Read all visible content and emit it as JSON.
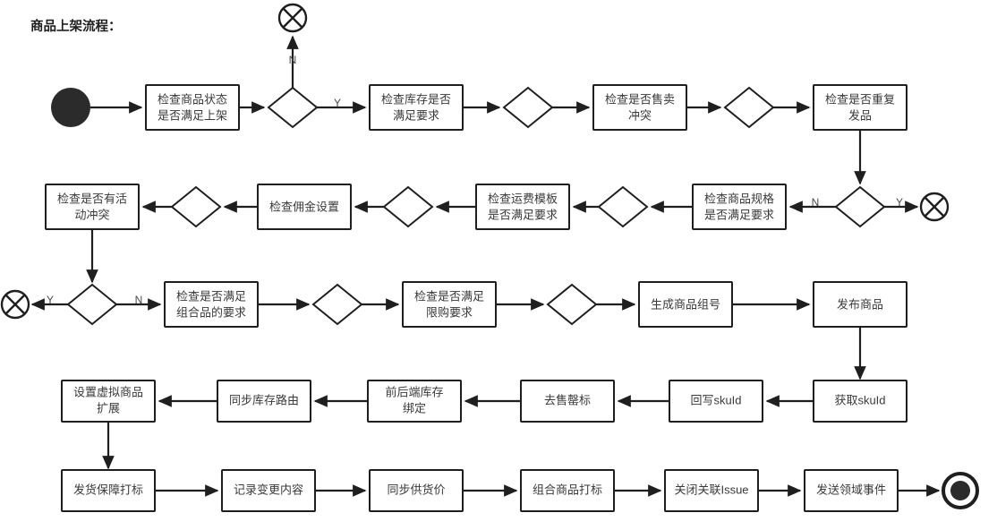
{
  "title": "商品上架流程：",
  "colors": {
    "stroke": "#1f1f1f",
    "fill": "#ffffff",
    "text": "#3a3a3a",
    "terminal": "#2b2b2b",
    "background": "#ffffff"
  },
  "edge_labels": {
    "yes": "Y",
    "no": "N"
  },
  "terminals": {
    "start": "start-event",
    "end": "end-event",
    "error_1": "error-end-event",
    "error_2": "error-end-event",
    "error_3": "error-end-event"
  },
  "rows": [
    {
      "id": "row-1",
      "nodes": [
        {
          "id": "r1-start",
          "type": "start",
          "label": ""
        },
        {
          "id": "r1-n1",
          "type": "process",
          "label": "检查商品状态\n是否满足上架",
          "lines": [
            "检查商品状态",
            "是否满足上架"
          ]
        },
        {
          "id": "r1-d1",
          "type": "decision",
          "label": ""
        },
        {
          "id": "r1-n2",
          "type": "process",
          "label": "检查库存是否\n满足要求",
          "lines": [
            "检查库存是否",
            "满足要求"
          ]
        },
        {
          "id": "r1-d2",
          "type": "decision",
          "label": ""
        },
        {
          "id": "r1-n3",
          "type": "process",
          "label": "检查是否售卖\n冲突",
          "lines": [
            "检查是否售卖",
            "冲突"
          ]
        },
        {
          "id": "r1-d3",
          "type": "decision",
          "label": ""
        },
        {
          "id": "r1-n4",
          "type": "process",
          "label": "检查是否重复\n发品",
          "lines": [
            "检查是否重复",
            "发品"
          ]
        },
        {
          "id": "r1-err",
          "type": "error-end",
          "label": ""
        }
      ]
    },
    {
      "id": "row-2",
      "nodes": [
        {
          "id": "r2-d0",
          "type": "decision",
          "label": ""
        },
        {
          "id": "r2-n1",
          "type": "process",
          "label": "检查商品规格\n是否满足要求",
          "lines": [
            "检查商品规格",
            "是否满足要求"
          ]
        },
        {
          "id": "r2-d1",
          "type": "decision",
          "label": ""
        },
        {
          "id": "r2-n2",
          "type": "process",
          "label": "检查运费模板\n是否满足要求",
          "lines": [
            "检查运费模板",
            "是否满足要求"
          ]
        },
        {
          "id": "r2-d2",
          "type": "decision",
          "label": ""
        },
        {
          "id": "r2-n3",
          "type": "process",
          "label": "检查佣金设置",
          "lines": [
            "检查佣金设置"
          ]
        },
        {
          "id": "r2-d3",
          "type": "decision",
          "label": ""
        },
        {
          "id": "r2-n4",
          "type": "process",
          "label": "检查是否有活\n动冲突",
          "lines": [
            "检查是否有活",
            "动冲突"
          ]
        },
        {
          "id": "r2-err",
          "type": "error-end",
          "label": ""
        }
      ]
    },
    {
      "id": "row-3",
      "nodes": [
        {
          "id": "r3-err",
          "type": "error-end",
          "label": ""
        },
        {
          "id": "r3-d0",
          "type": "decision",
          "label": ""
        },
        {
          "id": "r3-n1",
          "type": "process",
          "label": "检查是否满足\n组合品的要求",
          "lines": [
            "检查是否满足",
            "组合品的要求"
          ]
        },
        {
          "id": "r3-d1",
          "type": "decision",
          "label": ""
        },
        {
          "id": "r3-n2",
          "type": "process",
          "label": "检查是否满足\n限购要求",
          "lines": [
            "检查是否满足",
            "限购要求"
          ]
        },
        {
          "id": "r3-d2",
          "type": "decision",
          "label": ""
        },
        {
          "id": "r3-n3",
          "type": "process",
          "label": "生成商品组号",
          "lines": [
            "生成商品组号"
          ]
        },
        {
          "id": "r3-n4",
          "type": "process",
          "label": "发布商品",
          "lines": [
            "发布商品"
          ]
        }
      ]
    },
    {
      "id": "row-4",
      "nodes": [
        {
          "id": "r4-n1",
          "type": "process",
          "label": "设置虚拟商品\n扩展",
          "lines": [
            "设置虚拟商品",
            "扩展"
          ]
        },
        {
          "id": "r4-n2",
          "type": "process",
          "label": "同步库存路由",
          "lines": [
            "同步库存路由"
          ]
        },
        {
          "id": "r4-n3",
          "type": "process",
          "label": "前后端库存\n绑定",
          "lines": [
            "前后端库存",
            "绑定"
          ]
        },
        {
          "id": "r4-n4",
          "type": "process",
          "label": "去售罄标",
          "lines": [
            "去售罄标"
          ]
        },
        {
          "id": "r4-n5",
          "type": "process",
          "label": "回写skuId",
          "lines": [
            "回写skuId"
          ]
        },
        {
          "id": "r4-n6",
          "type": "process",
          "label": "获取skuId",
          "lines": [
            "获取skuId"
          ]
        }
      ]
    },
    {
      "id": "row-5",
      "nodes": [
        {
          "id": "r5-n1",
          "type": "process",
          "label": "发货保障打标",
          "lines": [
            "发货保障打标"
          ]
        },
        {
          "id": "r5-n2",
          "type": "process",
          "label": "记录变更内容",
          "lines": [
            "记录变更内容"
          ]
        },
        {
          "id": "r5-n3",
          "type": "process",
          "label": "同步供货价",
          "lines": [
            "同步供货价"
          ]
        },
        {
          "id": "r5-n4",
          "type": "process",
          "label": "组合商品打标",
          "lines": [
            "组合商品打标"
          ]
        },
        {
          "id": "r5-n5",
          "type": "process",
          "label": "关闭关联Issue",
          "lines": [
            "关闭关联Issue"
          ]
        },
        {
          "id": "r5-n6",
          "type": "process",
          "label": "发送领域事件",
          "lines": [
            "发送领域事件"
          ]
        },
        {
          "id": "r5-end",
          "type": "end",
          "label": ""
        }
      ]
    }
  ]
}
